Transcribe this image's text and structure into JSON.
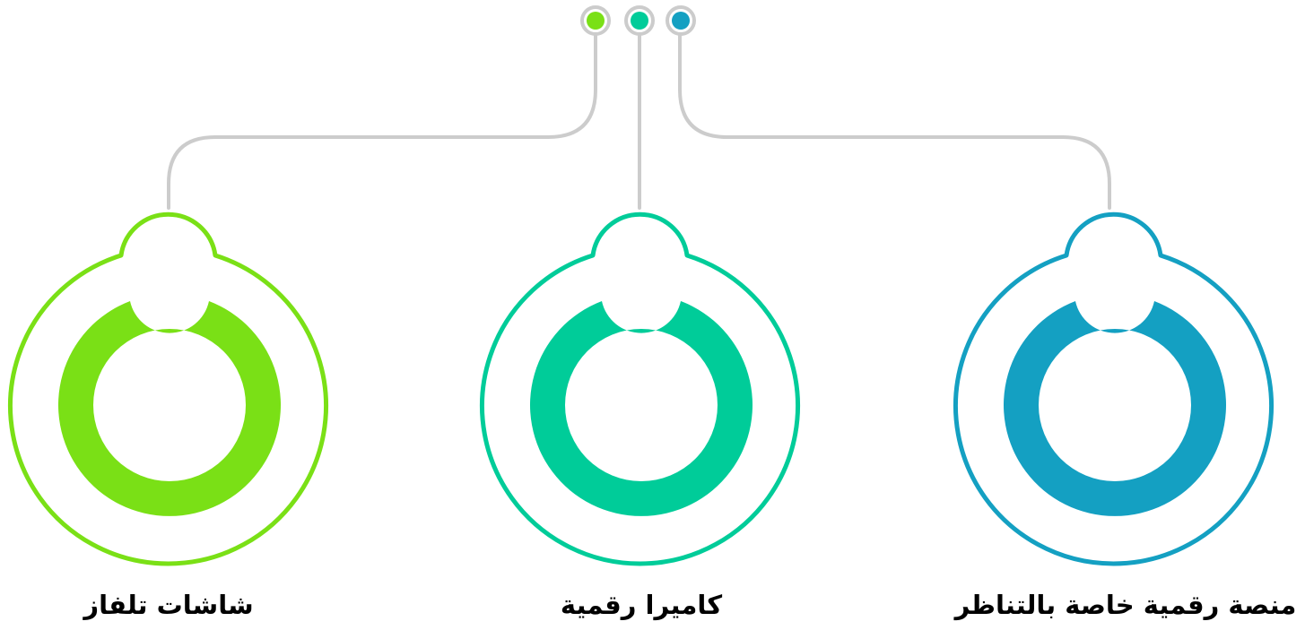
{
  "connector_color": "#cccccc",
  "items": [
    {
      "label": "شاشات تلفاز",
      "color": "#7ae016",
      "icon": "ring-icon"
    },
    {
      "label": "كاميرا رقمية",
      "color": "#00cc99",
      "icon": "ring-icon"
    },
    {
      "label": "منصة رقمية خاصة بالتناظر",
      "color": "#14a0c2",
      "icon": "ring-icon"
    }
  ]
}
